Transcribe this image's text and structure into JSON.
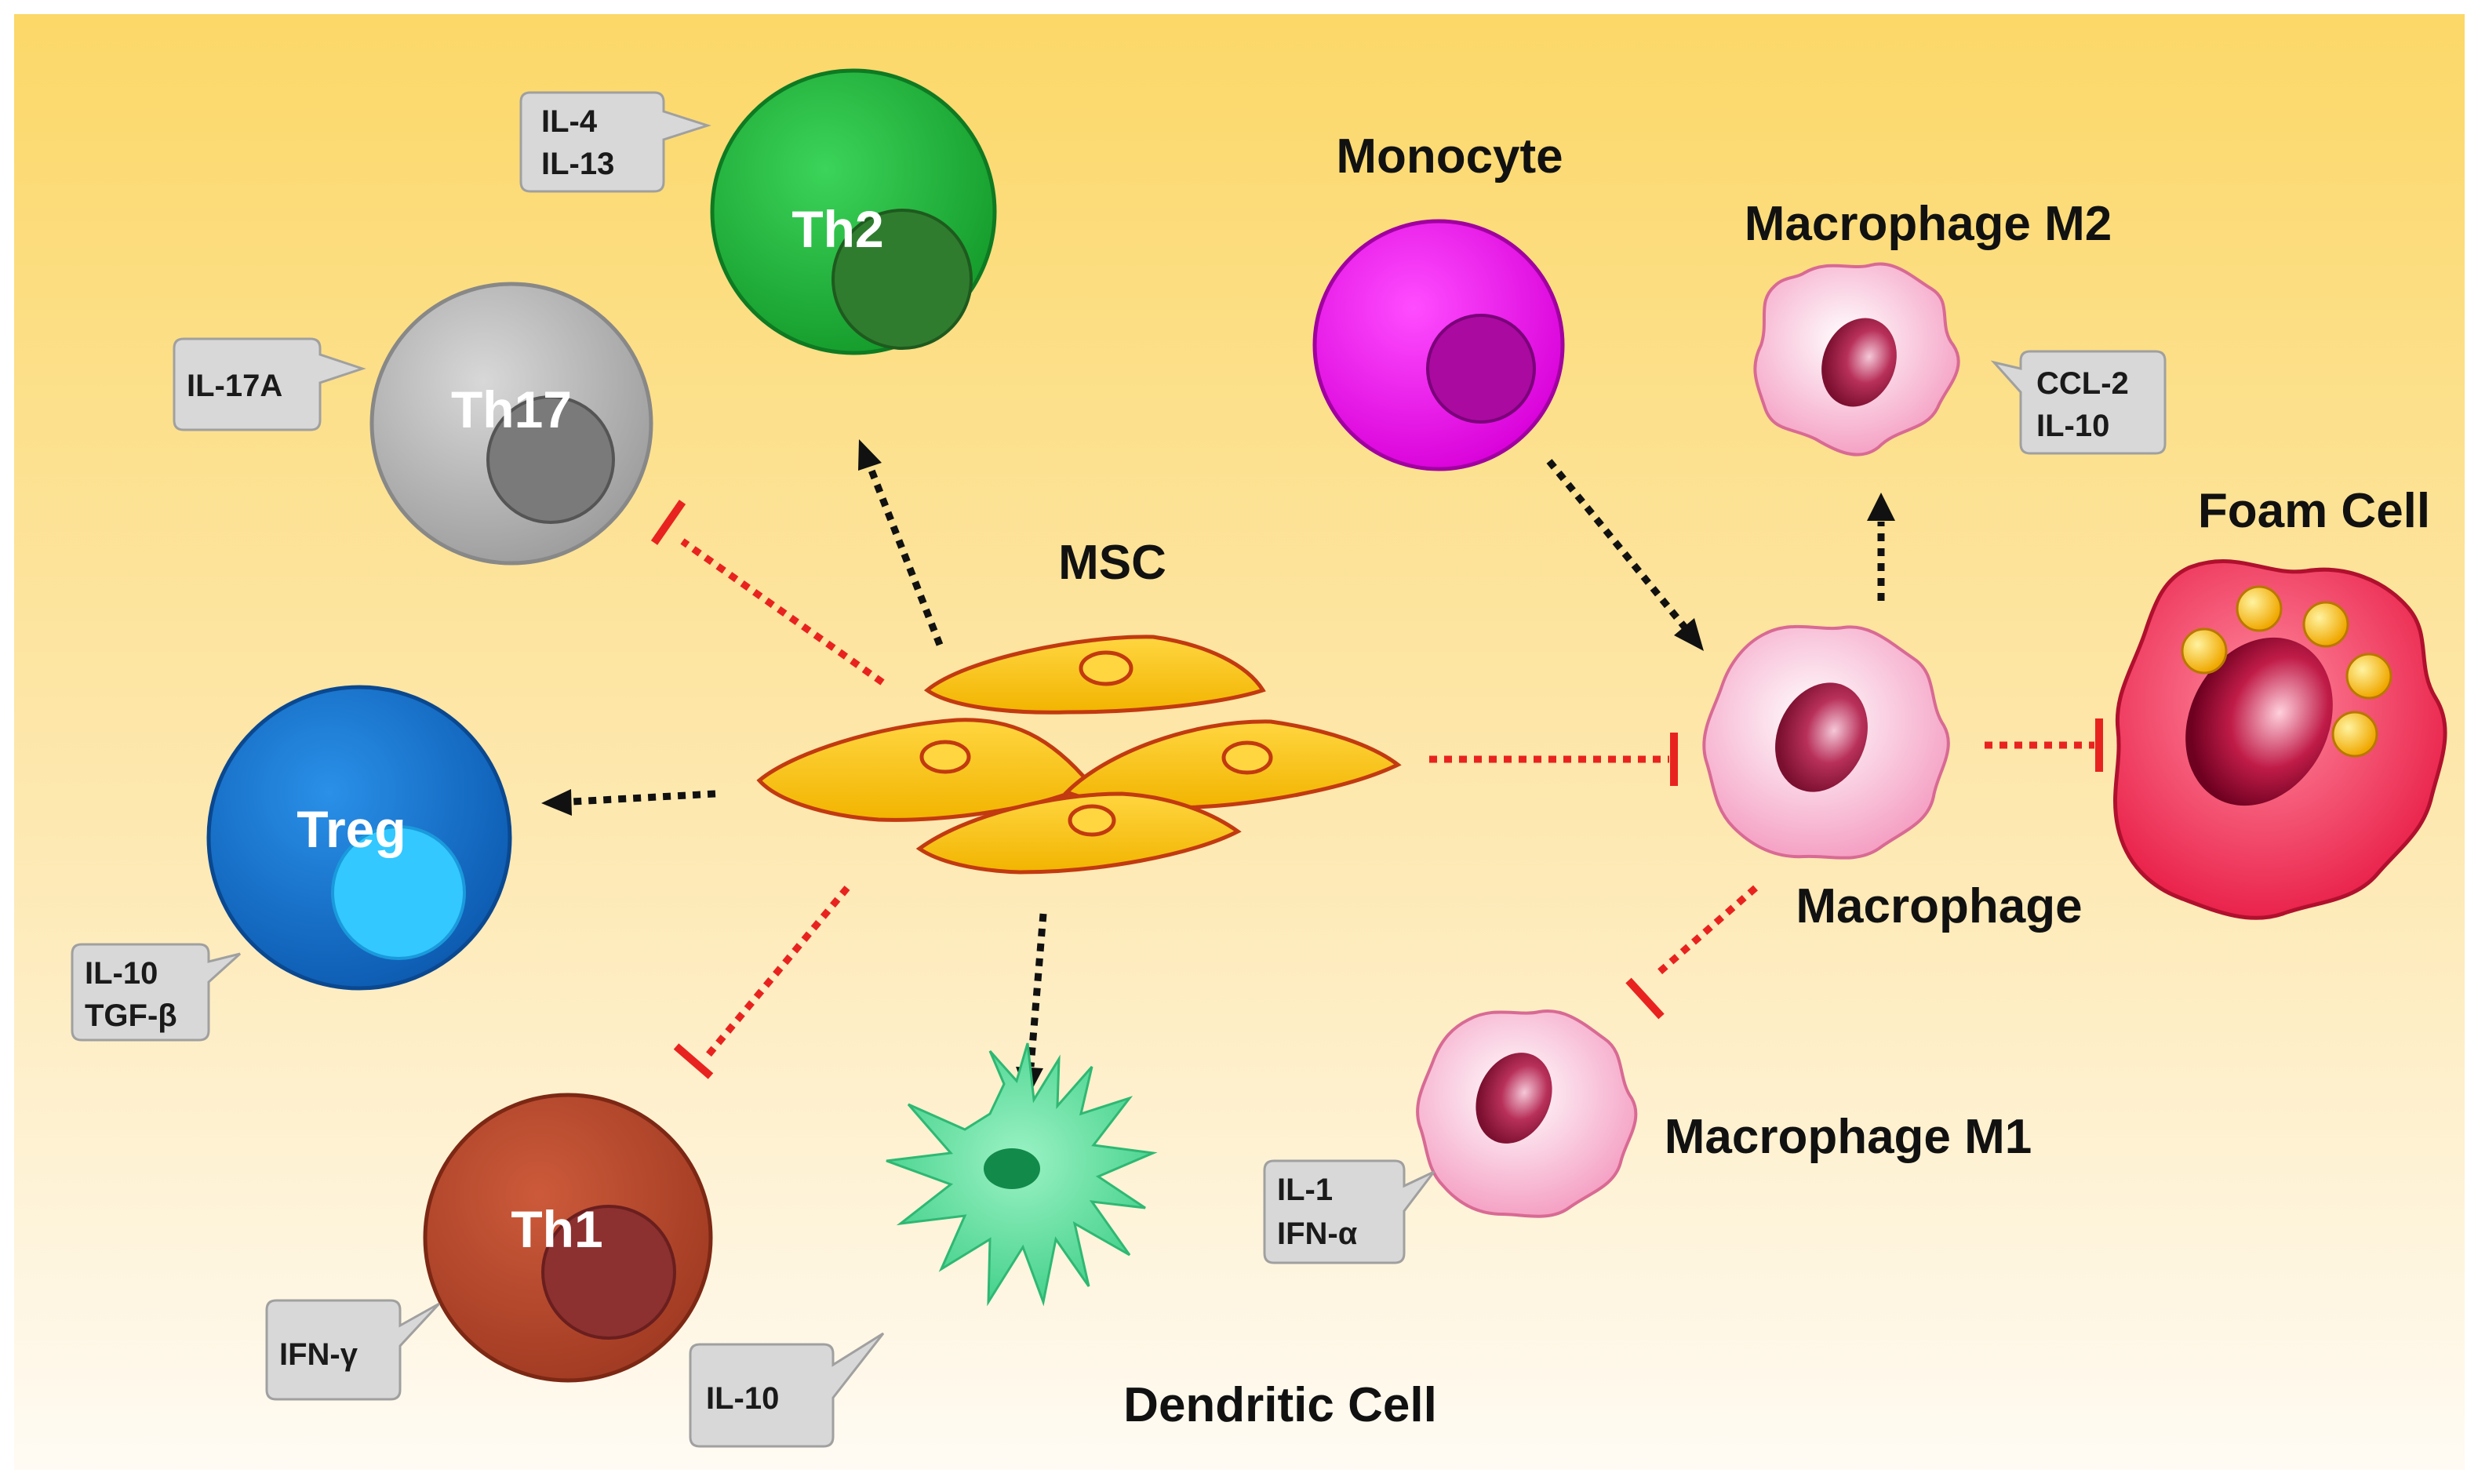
{
  "labels": {
    "msc": "MSC",
    "monocyte": "Monocyte",
    "macrophage_m2": "Macrophage M2",
    "foam_cell": "Foam Cell",
    "macrophage": "Macrophage",
    "macrophage_m1": "Macrophage M1",
    "dendritic_cell": "Dendritic Cell"
  },
  "cell_names": {
    "th2": "Th2",
    "th17": "Th17",
    "treg": "Treg",
    "th1": "Th1"
  },
  "cytokines": {
    "th2": [
      "IL-4",
      "IL-13"
    ],
    "th17": [
      "IL-17A"
    ],
    "treg": [
      "IL-10",
      "TGF-β"
    ],
    "th1": [
      "IFN-γ"
    ],
    "dendritic": [
      "IL-10"
    ],
    "m2": [
      "CCL-2",
      "IL-10"
    ],
    "m1": [
      "IL-1",
      "IFN-α"
    ]
  },
  "colors": {
    "background_top": "#fcd868",
    "background_bottom": "#fffaf2",
    "stimulate_arrow": "#111111",
    "inhibit_arrow": "#e8231f",
    "th2": "#1fb03a",
    "th17": "#b8b8b8",
    "treg": "#1a78d0",
    "th1": "#b84a2e",
    "monocyte": "#ee14ee",
    "msc": "#f8c21a",
    "dendritic": "#5fe0a0",
    "macrophage": "#fbb6cf",
    "foam_cell": "#f03055"
  }
}
